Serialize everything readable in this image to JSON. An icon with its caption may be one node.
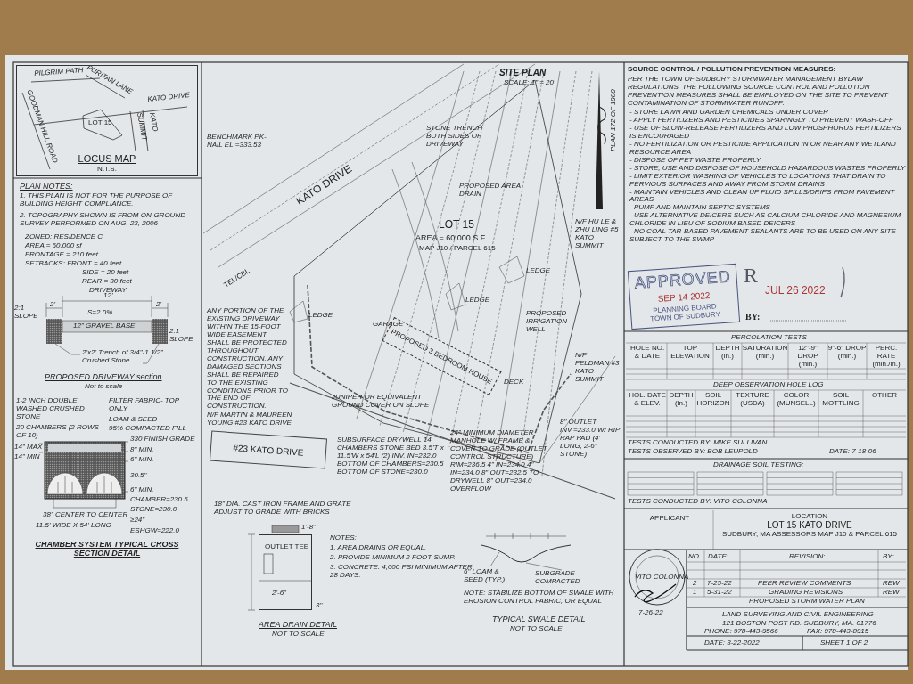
{
  "diagram": {
    "title": "SITE PLAN",
    "nodes": [
      {
        "text": [
          "LOCUS MAP",
          "N.T.S."
        ]
      },
      {
        "text": [
          "LOT 15"
        ],
        "in": 0
      },
      {
        "text": [
          "APPROVED",
          "SEP 14 2022",
          "PLANNING BOARD TOWN OF SUDBURY"
        ]
      },
      {
        "text": [
          "APPLICANT"
        ]
      },
      {
        "text": [
          "LOCATION",
          "LOT 15 KATO DRIVE",
          "SUDBURY, MA ASSESSORS MAP J10 & PARCEL 615"
        ]
      },
      {
        "text": [
          "#23 KATO DRIVE"
        ]
      },
      {
        "text": [
          "PROPOSED 3 BEDROOM HOUSE"
        ]
      },
      {
        "text": [
          "OUTLET TEE"
        ]
      }
    ],
    "labels": [
      "SCALE: 1\" = 20'",
      "KATO DRIVE",
      "TEL/CBL",
      "BENCHMARK PK-NAIL EL.=333.53",
      "STONE TRENCH BOTH SIDES OF DRIVEWAY",
      "N/F HU LE & ZHU LING #5 KATO SUMMIT",
      "PROPOSED AREA DRAIN",
      "LOT 15",
      "AREA = 60,000 S.F.",
      "MAP J10 / PARCEL 615",
      "LEDGE",
      "LEDGE",
      "LEDGE",
      "PLAN 172 OF 1980",
      "ANY PORTION OF THE EXISTING DRIVEWAY WITHIN THE 15-FOOT WIDE EASEMENT SHALL BE PROTECTED THROUGHOUT CONSTRUCTION. ANY DAMAGED SECTIONS SHALL BE REPAIRED TO THE EXISTING CONDITIONS PRIOR TO THE END OF CONSTRUCTION.",
      "N/F MARTIN & MAUREEN YOUNG #23 KATO DRIVE",
      "SUBSURFACE DRYWELL 14 CHAMBERS STONE BED 3.5'T x 11.5'W x 54'L (2) INV. IN=232.0 BOTTOM OF CHAMBERS=230.5 BOTTOM OF STONE=230.0",
      "JUNIPER OR EQUIVALENT GROUND COVER ON SLOPE",
      "24\" MINIMUM DIAMETER MANHOLE W/ FRAME & COVER TO GRADE (OUTLET CONTROL STRUCTURE) RIM=236.5 4\" IN=234.0 4\" IN=234.0 8\" OUT=232.5 TO DRYWELL 8\" OUT=234.0 OVERFLOW",
      "8\" OUTLET INV.=233.0 W/ RIP RAP PAD (4' LONG, 2-6\" STONE)",
      "PROPOSED IRRIGATION WELL",
      "N/F FELDMAN #3 KATO SUMMIT",
      "DECK",
      "GARAGE",
      "PLAN NOTES:",
      "1. THIS PLAN IS NOT FOR THE PURPOSE OF BUILDING HEIGHT COMPLIANCE.",
      "2. TOPOGRAPHY SHOWN IS FROM ON-GROUND SURVEY PERFORMED ON AUG. 23, 2006",
      "ZONED: RESIDENCE C",
      "AREA = 60,000 sf",
      "FRONTAGE = 210 feet",
      "SETBACKS: FRONT = 40 feet",
      "SIDE = 20 feet",
      "REAR = 30 feet",
      "PILGRIM PATH",
      "PURITAN LANE",
      "KATO DRIVE",
      "SUMMIT",
      "KATO",
      "GOODMAN HILL ROAD",
      "DRIVEWAY",
      "12'",
      "2'",
      "2'",
      "2:1 SLOPE",
      "2:1 SLOPE",
      "S=2.0%",
      "12\" GRAVEL BASE",
      "2'x2' Trench of 3/4\"-1 1/2\" Crushed Stone",
      "PROPOSED DRIVEWAY section",
      "Not to scale",
      "1-2 INCH DOUBLE WASHED CRUSHED STONE",
      "FILTER FABRIC- TOP ONLY",
      "LOAM & SEED",
      "95% COMPACTED FILL",
      "20 CHAMBERS (2 ROWS OF 10)",
      "14\" MAX",
      "14\" MIN",
      "330 FINISH GRADE",
      "8\" MIN.",
      "6\" MIN.",
      "30.5\"",
      "6\" MIN.",
      "CHAMBER=230.5",
      "STONE=230.0",
      "≥24\"",
      "ESHGW=222.0",
      "38\" CENTER TO CENTER",
      "11.5' WIDE X 54' LONG",
      "CHAMBER SYSTEM TYPICAL CROSS SECTION DETAIL",
      "18\" DIA. CAST IRON FRAME AND GRATE ADJUST TO GRADE WITH BRICKS",
      "1'-8\"",
      "2'-6\"",
      "3\"",
      "NOTES:",
      "1. AREA DRAINS OR EQUAL.",
      "2. PROVIDE MINIMUM 2 FOOT SUMP.",
      "3. CONCRETE: 4,000 PSI MINIMUM AFTER 28 DAYS.",
      "AREA DRAIN DETAIL",
      "NOT TO SCALE",
      "6\" LOAM & SEED (TYP.)",
      "SUBGRADE COMPACTED",
      "NOTE: STABILIZE BOTTOM OF SWALE WITH EROSION CONTROL FABRIC, OR EQUAL",
      "TYPICAL SWALE DETAIL",
      "NOT TO SCALE",
      "SOURCE CONTROL / POLLUTION PREVENTION MEASURES:",
      "PER THE TOWN OF SUDBURY STORMWATER MANAGEMENT BYLAW REGULATIONS, THE FOLLOWING SOURCE CONTROL AND POLLUTION PREVENTION MEASURES SHALL BE EMPLOYED ON THE SITE TO PREVENT CONTAMINATION OF STORMWATER RUNOFF:",
      "- STORE LAWN AND GARDEN CHEMICALS UNDER COVER",
      "- APPLY FERTILIZERS AND PESTICIDES SPARINGLY TO PREVENT WASH-OFF",
      "- USE OF SLOW-RELEASE FERTILIZERS AND LOW PHOSPHORUS FERTILIZERS IS ENCOURAGED",
      "- NO FERTILIZATION OR PESTICIDE APPLICATION IN OR NEAR ANY WETLAND RESOURCE AREA",
      "- DISPOSE OF PET WASTE PROPERLY",
      "- STORE, USE AND DISPOSE OF HOUSEHOLD HAZARDOUS WASTES PROPERLY",
      "- LIMIT EXTERIOR WASHING OF VEHICLES TO LOCATIONS THAT DRAIN TO PERVIOUS SURFACES AND AWAY FROM STORM DRAINS",
      "- MAINTAIN VEHICLES AND CLEAN UP FLUID SPILLS/DRIPS FROM PAVEMENT AREAS",
      "- PUMP AND MAINTAIN SEPTIC SYSTEMS",
      "- USE ALTERNATIVE DEICERS SUCH AS CALCIUM CHLORIDE AND MAGNESIUM CHLORIDE IN LIEU OF SODIUM BASED DEICERS",
      "- NO COAL TAR-BASED PAVEMENT SEALANTS ARE TO BE USED ON ANY SITE SUBJECT TO THE SWMP",
      "R",
      "JUL 26 2022",
      "BY:",
      "PERCOLATION TESTS",
      "HOLE NO. & DATE",
      "TOP ELEVATION",
      "DEPTH (in.)",
      "SATURATION (min.)",
      "12\"-9\" DROP (min.)",
      "9\"-6\" DROP (min.)",
      "PERC. RATE (min./in.)",
      "DEEP OBSERVATION HOLE LOG",
      "HOL. DATE & ELEV.",
      "DEPTH (in.)",
      "SOIL HORIZON",
      "TEXTURE (USDA)",
      "COLOR (MUNSELL)",
      "SOIL MOTTLING",
      "OTHER",
      "TESTS CONDUCTED BY: MIKE SULLIVAN",
      "TESTS OBSERVED BY: BOB LEUPOLD",
      "DATE: 7-18-06",
      "DRAINAGE SOIL TESTING:",
      "TESTS CONDUCTED BY: VITO COLONNA",
      "NO.",
      "DATE:",
      "REVISION:",
      "BY:",
      "2",
      "7-25-22",
      "PEER REVIEW COMMENTS",
      "REW",
      "1",
      "5-31-22",
      "GRADING REVISIONS",
      "REW",
      "PROPOSED STORM WATER PLAN",
      "LAND SURVEYING AND CIVIL ENGINEERING",
      "121 BOSTON POST RD. SUDBURY, MA. 01776",
      "PHONE: 978-443-9566",
      "FAX: 978-443-8915",
      "DATE: 3-22-2022",
      "SHEET 1 OF 2",
      "VITO COLONNA",
      "7-26-22"
    ]
  }
}
